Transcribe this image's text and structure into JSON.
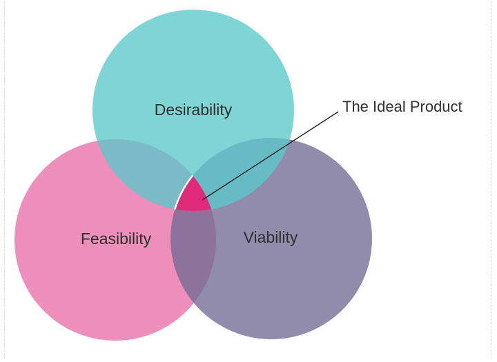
{
  "diagram": {
    "circles": [
      {
        "id": "desirability",
        "label": "Desirability",
        "color": "#5bc8cb"
      },
      {
        "id": "feasibility",
        "label": "Feasibility",
        "color": "#e86fa6"
      },
      {
        "id": "viability",
        "label": "Viability",
        "color": "#726b94"
      }
    ],
    "intersection": {
      "label": "The Ideal Product",
      "color": "#df2a7a",
      "outline": "#ffffff"
    },
    "callout_line_color": "#1f1f1f"
  }
}
